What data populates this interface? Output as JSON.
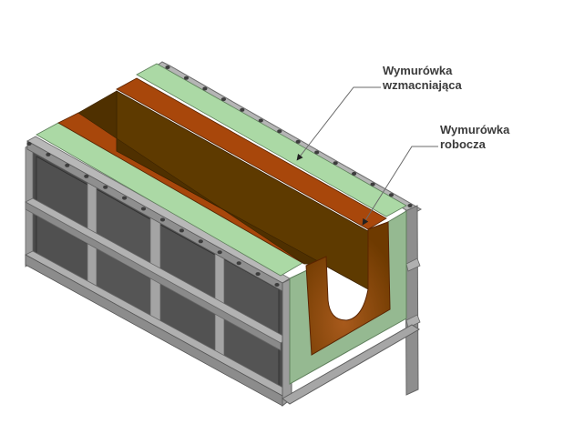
{
  "callouts": {
    "reinforcing": {
      "line1": "Wymurówka",
      "line2": "wzmacniająca"
    },
    "working": {
      "line1": "Wymurówka",
      "line2": "robocza"
    }
  },
  "colors": {
    "steel_frame": "#9a9a9a",
    "steel_dark": "#474747",
    "reinforcing_lining": "#a9d8a4",
    "reinforcing_side": "#94b890",
    "working_lining": "#a8470b",
    "working_channel": "#5e3a00",
    "leader_line": "#666666"
  }
}
